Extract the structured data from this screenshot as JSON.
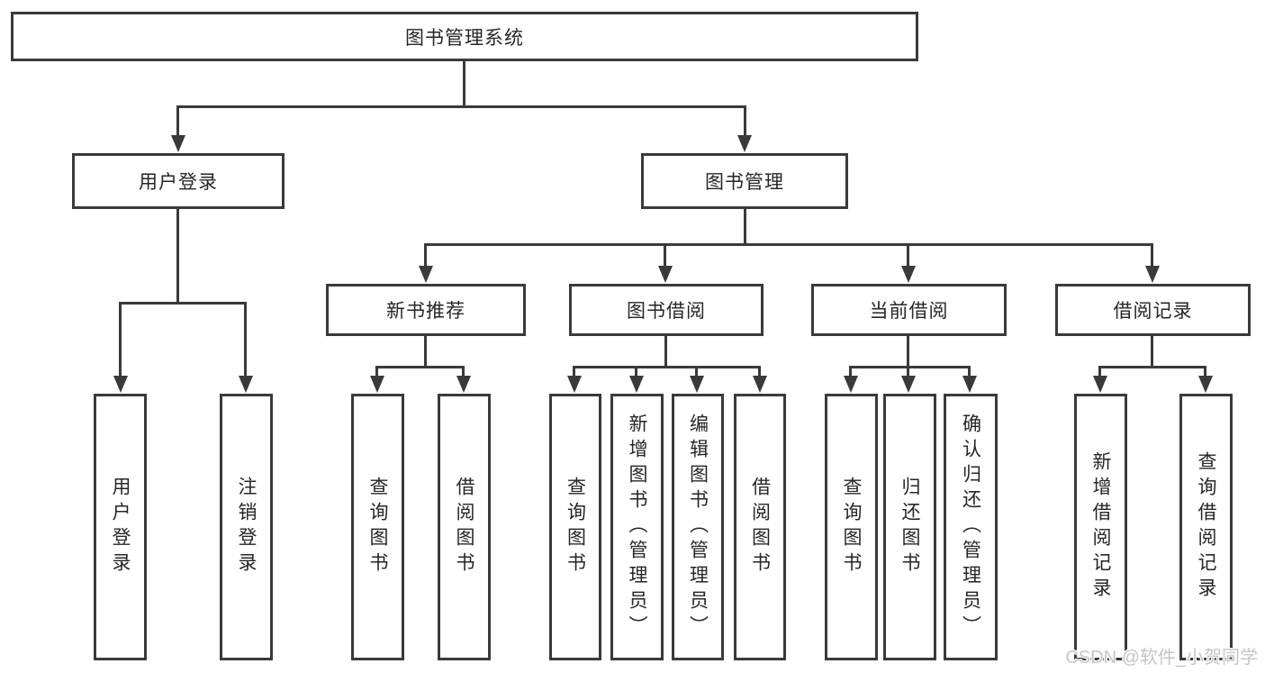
{
  "diagram": {
    "root": {
      "label": "图书管理系统"
    },
    "branches": [
      {
        "label": "用户登录",
        "children": [
          {
            "label": "用户登录"
          },
          {
            "label": "注销登录"
          }
        ]
      },
      {
        "label": "图书管理",
        "children": [
          {
            "label": "新书推荐",
            "children": [
              {
                "label": "查询图书"
              },
              {
                "label": "借阅图书"
              }
            ]
          },
          {
            "label": "图书借阅",
            "children": [
              {
                "label": "查询图书"
              },
              {
                "label": "新增图书（管理员）"
              },
              {
                "label": "编辑图书（管理员）"
              },
              {
                "label": "借阅图书"
              }
            ]
          },
          {
            "label": "当前借阅",
            "children": [
              {
                "label": "查询图书"
              },
              {
                "label": "归还图书"
              },
              {
                "label": "确认归还（管理员）"
              }
            ]
          },
          {
            "label": "借阅记录",
            "children": [
              {
                "label": "新增借阅记录"
              },
              {
                "label": "查询借阅记录"
              }
            ]
          }
        ]
      }
    ]
  },
  "watermark": {
    "text": "CSDN @软件_小贺同学"
  },
  "colors": {
    "line": "#3a3a3a",
    "text": "#262626",
    "watermark": "#c5c5c5",
    "background": "#ffffff"
  }
}
